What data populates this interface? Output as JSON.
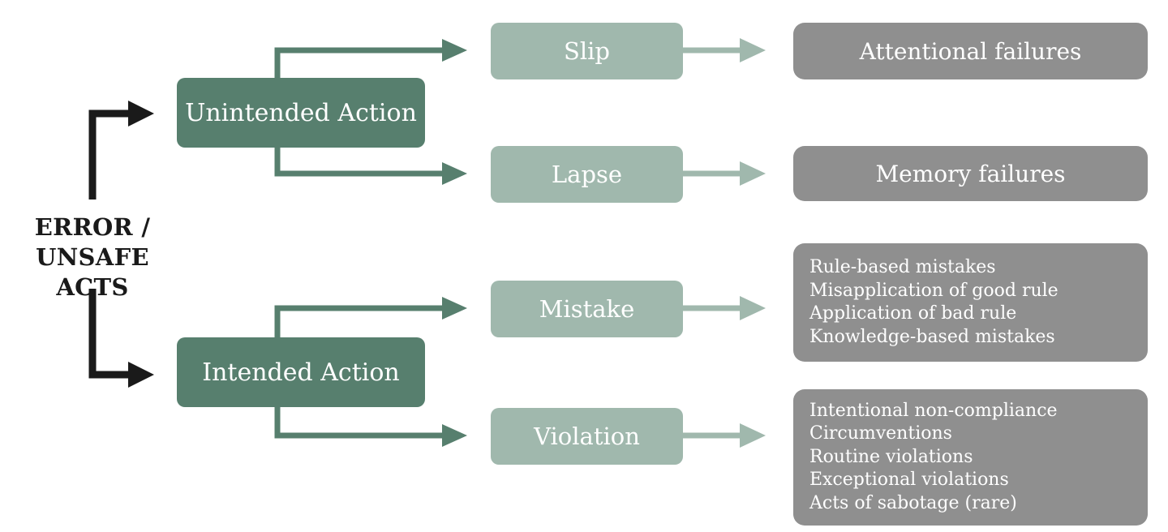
{
  "root": {
    "line1": "ERROR /",
    "line2": "UNSAFE ACTS"
  },
  "actions": {
    "unintended": "Unintended Action",
    "intended": "Intended Action"
  },
  "types": {
    "slip": "Slip",
    "lapse": "Lapse",
    "mistake": "Mistake",
    "violation": "Violation"
  },
  "details": {
    "slip": "Attentional failures",
    "lapse": "Memory failures",
    "mistake": [
      "Rule-based mistakes",
      "Misapplication of good rule",
      "Application of bad rule",
      "Knowledge-based mistakes"
    ],
    "violation": [
      "Intentional non-compliance",
      "Circumventions",
      "Routine violations",
      "Exceptional violations",
      "Acts of sabotage (rare)"
    ]
  },
  "colors": {
    "root_arrow": "#1a1a1a",
    "action_box": "#577f6e",
    "action_arrow": "#577f6e",
    "type_box": "#a0b8ad",
    "type_arrow": "#a0b8ad",
    "detail_box": "#8f8f8f"
  }
}
